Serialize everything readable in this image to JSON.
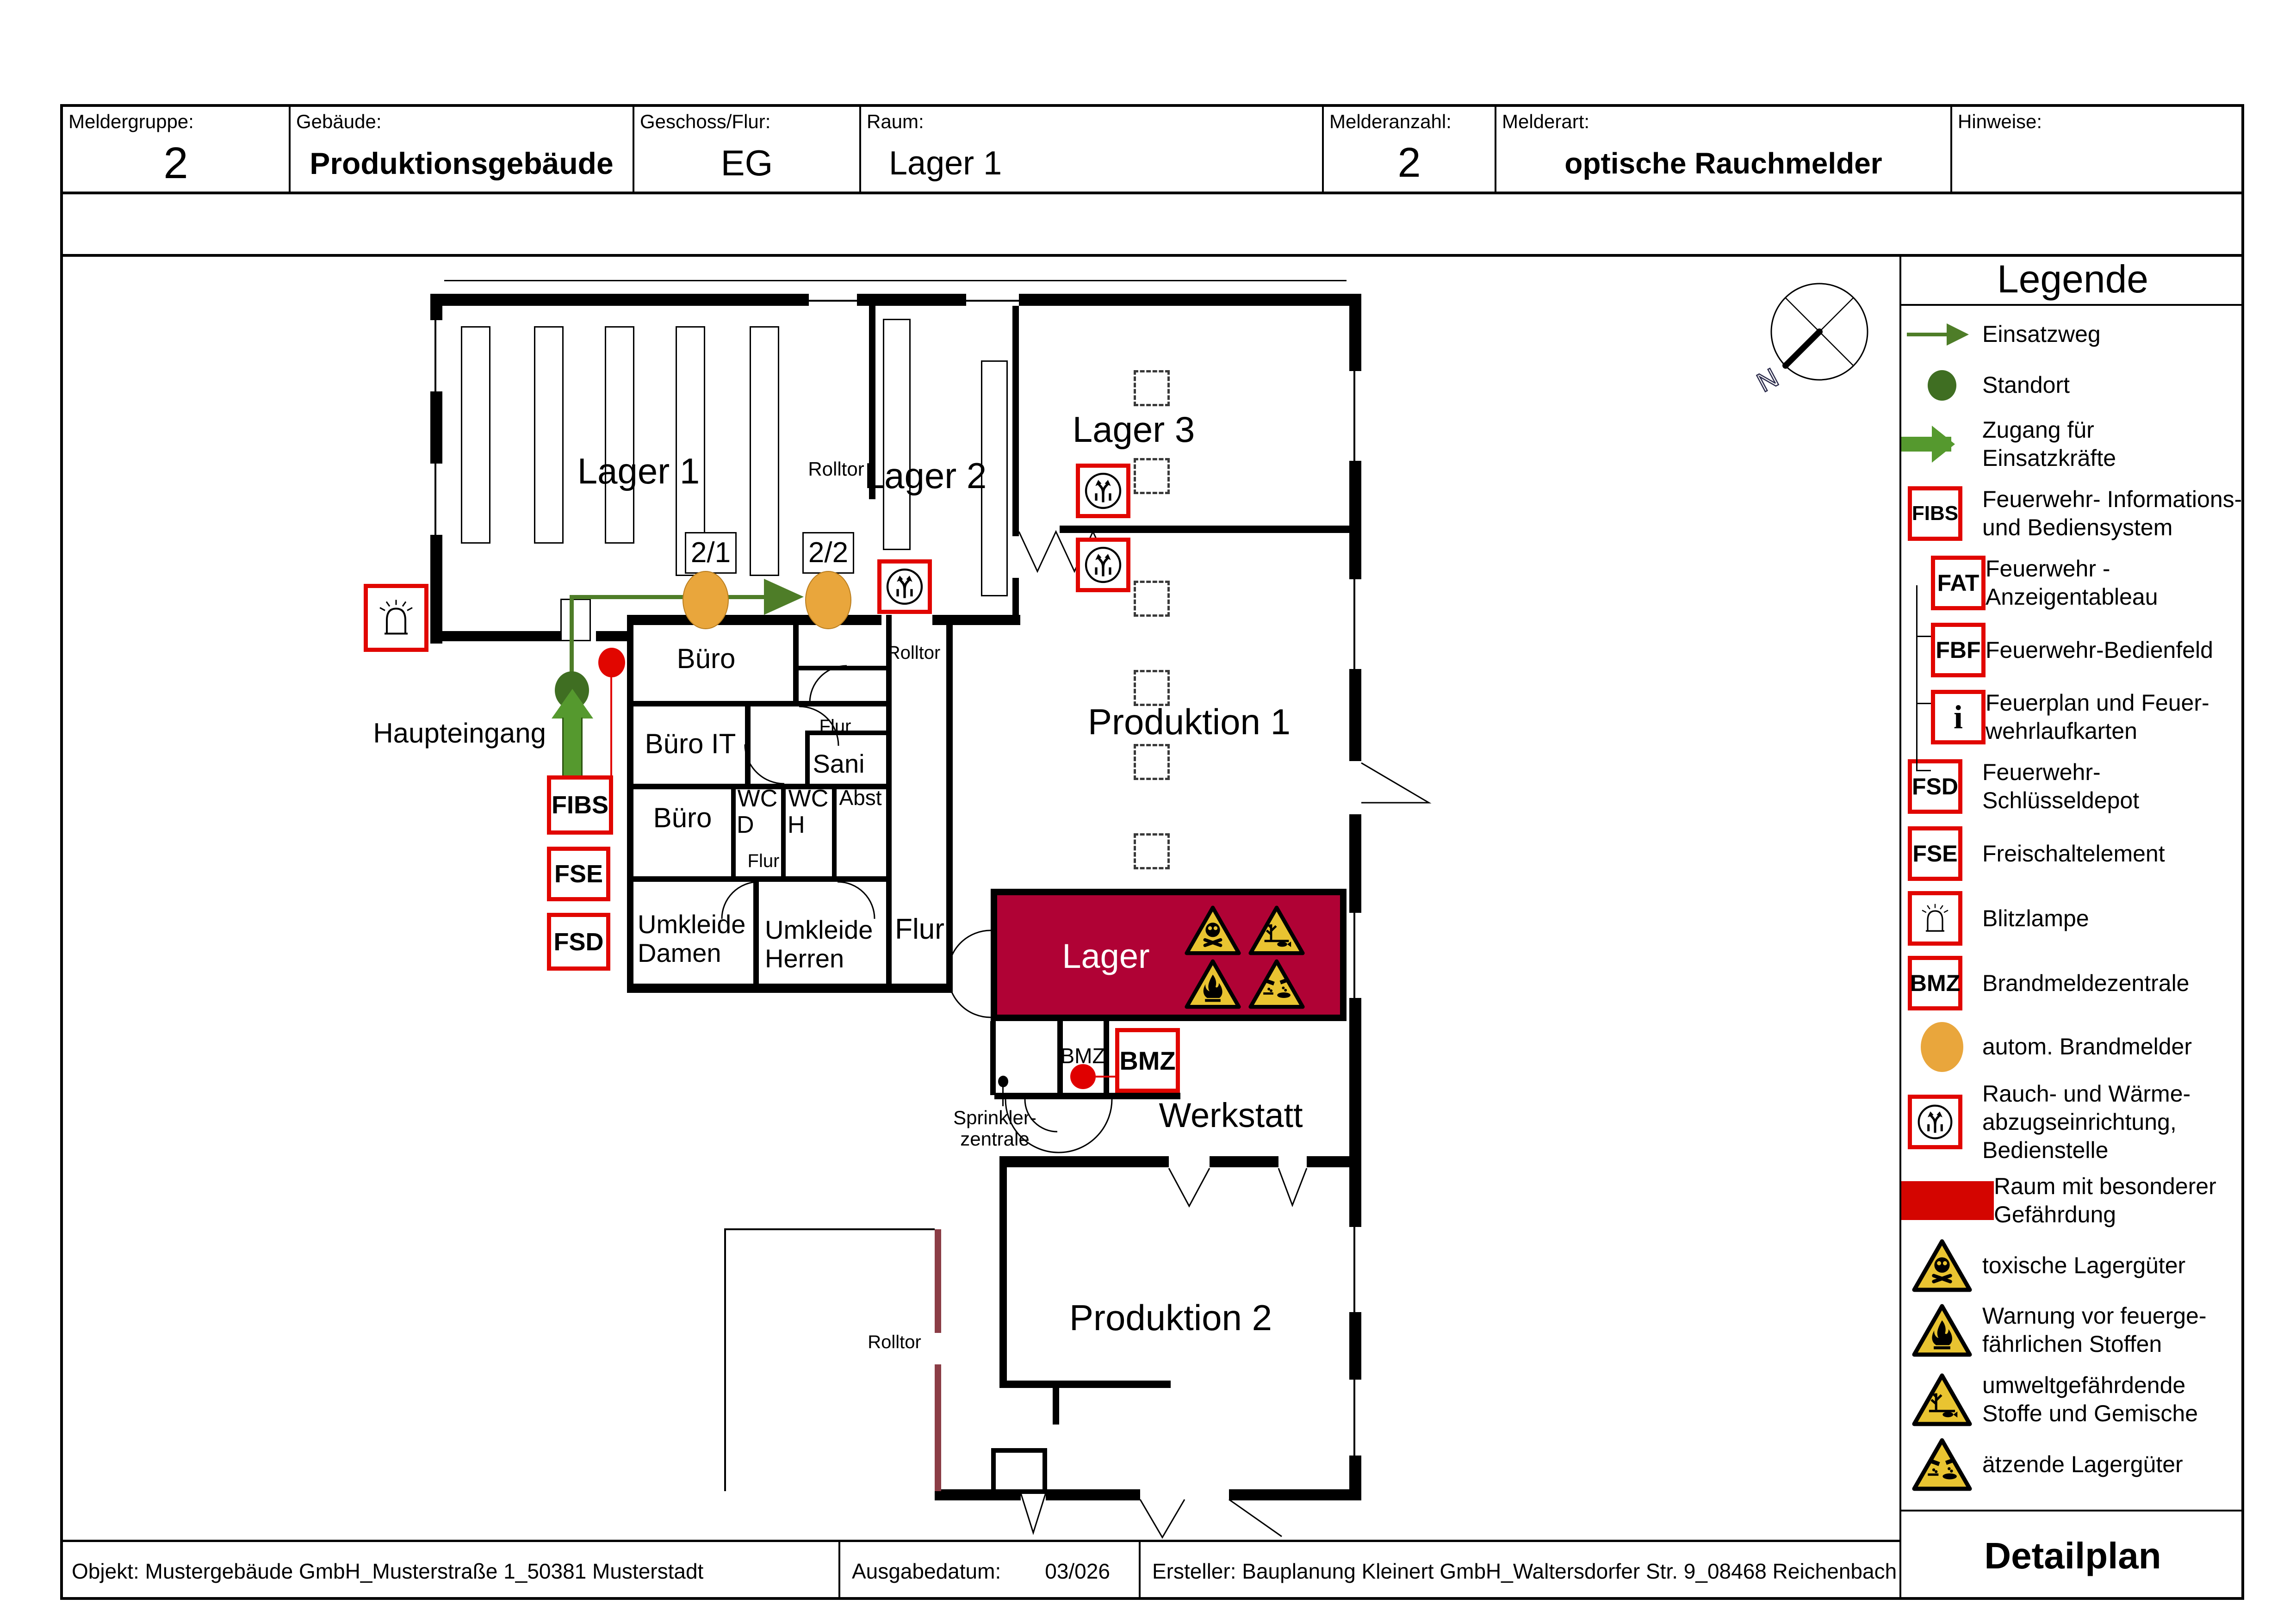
{
  "colors": {
    "accent_red": "#e10600",
    "hazard_room_fill": "#b00235",
    "detector_orange": "#e9a63c",
    "route_green": "#4e7d28",
    "access_green": "#55992e",
    "standort_green": "#3f6e22",
    "firewall_maroon": "#8b3d46",
    "warning_yellow": "#e9c431"
  },
  "header": {
    "fields": [
      {
        "label": "Meldergruppe:",
        "value": "2"
      },
      {
        "label": "Gebäude:",
        "value": "Produktionsgebäude"
      },
      {
        "label": "Geschoss/Flur:",
        "value": "EG"
      },
      {
        "label": "Raum:",
        "value": "Lager 1"
      },
      {
        "label": "Melderanzahl:",
        "value": "2"
      },
      {
        "label": "Melderart:",
        "value": "optische Rauchmelder"
      },
      {
        "label": "Hinweise:",
        "value": ""
      }
    ]
  },
  "plan": {
    "rooms": {
      "lager1": "Lager 1",
      "lager2": "Lager 2",
      "lager3": "Lager 3",
      "produktion1": "Produktion 1",
      "produktion2": "Produktion 2",
      "werkstatt": "Werkstatt",
      "buero_top": "Büro",
      "buero_it": "Büro IT",
      "buero_low": "Büro",
      "sani": "Sani",
      "abst": "Abst",
      "flur_big": "Flur",
      "flur_upper": "Flur",
      "flur_lower": "Flur",
      "umkleide_damen": [
        "Umkleide",
        "Damen"
      ],
      "umkleide_herren": [
        "Umkleide",
        "Herren"
      ],
      "wc_d": [
        "WC",
        "D"
      ],
      "wc_h": [
        "WC",
        "H"
      ],
      "hazard_lager": "Lager",
      "sprinkler": [
        "Sprinkler-",
        "zentrale"
      ],
      "bmz_room": "BMZ"
    },
    "doors": {
      "rolltor_top": "Rolltor",
      "rolltor_office": "Rolltor",
      "rolltor_yard": "Rolltor"
    },
    "markers": {
      "haupteingang": "Haupteingang",
      "det1": "2/1",
      "det2": "2/2",
      "fibs": "FIBS",
      "fse": "FSE",
      "fsd": "FSD",
      "bmz_panel": "BMZ",
      "compass_n": "N"
    }
  },
  "legend": {
    "title": "Legende",
    "detail_title": "Detailplan",
    "items": [
      {
        "id": "einsatzweg",
        "lines": [
          "Einsatzweg"
        ]
      },
      {
        "id": "standort",
        "lines": [
          "Standort"
        ]
      },
      {
        "id": "zugang",
        "lines": [
          "Zugang für",
          "Einsatzkräfte"
        ]
      },
      {
        "id": "fibs",
        "box": "FIBS",
        "lines": [
          "Feuerwehr- Informations-",
          "und Bediensystem"
        ]
      },
      {
        "id": "fat",
        "box": "FAT",
        "lines": [
          "Feuerwehr -",
          "Anzeigentableau"
        ]
      },
      {
        "id": "fbf",
        "box": "FBF",
        "lines": [
          "Feuerwehr-Bedienfeld"
        ]
      },
      {
        "id": "laufkarten",
        "box": "i",
        "lines": [
          "Feuerplan und Feuer-",
          "wehrlaufkarten"
        ]
      },
      {
        "id": "fsd",
        "box": "FSD",
        "lines": [
          "Feuerwehr-",
          "Schlüsseldepot"
        ]
      },
      {
        "id": "fse",
        "box": "FSE",
        "lines": [
          "Freischaltelement"
        ]
      },
      {
        "id": "blitzlampe",
        "lines": [
          "Blitzlampe"
        ]
      },
      {
        "id": "bmz",
        "box": "BMZ",
        "lines": [
          "Brandmeldezentrale"
        ]
      },
      {
        "id": "brandmelder",
        "lines": [
          "autom. Brandmelder"
        ]
      },
      {
        "id": "rwa",
        "lines": [
          "Rauch- und Wärme-",
          "abzugseinrichtung,",
          "Bedienstelle"
        ]
      },
      {
        "id": "gefahrraum",
        "lines": [
          "Raum mit besonderer",
          "Gefährdung"
        ]
      },
      {
        "id": "toxisch",
        "lines": [
          "toxische Lagergüter"
        ]
      },
      {
        "id": "feuergefahr",
        "lines": [
          "Warnung  vor feuerge-",
          "fährlichen Stoffen"
        ]
      },
      {
        "id": "umwelt",
        "lines": [
          "umweltgefährdende",
          "Stoffe und Gemische"
        ]
      },
      {
        "id": "aetzend",
        "lines": [
          "ätzende Lagergüter"
        ]
      }
    ]
  },
  "footer": {
    "objekt": "Objekt: Mustergebäude GmbH_Musterstraße 1_50381 Musterstadt",
    "ausgabedatum_label": "Ausgabedatum:",
    "ausgabedatum_value": "03/026",
    "ersteller": "Ersteller: Bauplanung Kleinert GmbH_Waltersdorfer Str. 9_08468 Reichenbach"
  }
}
